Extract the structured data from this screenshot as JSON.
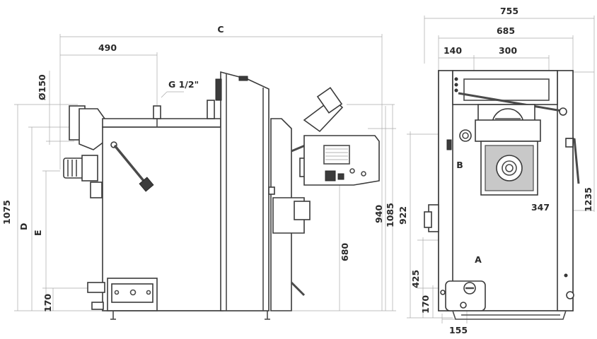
{
  "side_view": {
    "dims": {
      "overall_width": "C",
      "width_490": "490",
      "flue_diameter": "Ø150",
      "connection": "G 1/2\"",
      "height_1075": "1075",
      "height_d": "D",
      "height_e": "E",
      "height_170": "170",
      "height_680": "680",
      "height_940": "940",
      "height_1085": "1085"
    }
  },
  "front_view": {
    "dims": {
      "width_755": "755",
      "width_685": "685",
      "offset_140": "140",
      "width_300": "300",
      "offset_347": "347",
      "offset_155": "155",
      "height_922": "922",
      "height_425": "425",
      "height_170": "170",
      "height_1235": "1235"
    },
    "labels": {
      "a": "A",
      "b": "B"
    }
  }
}
